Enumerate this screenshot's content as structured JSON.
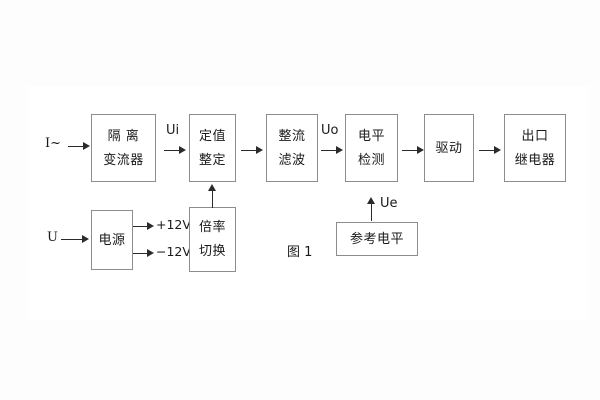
{
  "figure": {
    "caption": "图 1",
    "background_color": "#fdfdfd",
    "panel_color": "#ffffff",
    "line_color": "#2b2b2b",
    "box_border_color": "#8c8c8c",
    "text_color": "#1a1a1a"
  },
  "inputs": {
    "current": "I~",
    "voltage": "U"
  },
  "blocks": {
    "isolation_ct": {
      "line1": "隔 离",
      "line2": "变流器"
    },
    "setting": {
      "line1": "定值",
      "line2": "整定"
    },
    "rectify_filter": {
      "line1": "整流",
      "line2": "滤波"
    },
    "level_detect": {
      "line1": "电平",
      "line2": "检测"
    },
    "drive": {
      "line1": "驱动"
    },
    "output_relay": {
      "line1": "出口",
      "line2": "继电器"
    },
    "power_supply": {
      "line1": "电源"
    },
    "multiplier_switch": {
      "line1": "倍率",
      "line2": "切换"
    },
    "reference_level": {
      "line1": "参考电平"
    }
  },
  "signals": {
    "ui": "Ui",
    "uo": "Uo",
    "ue": "Ue",
    "plus12v": "+12V",
    "minus12v": "−12V"
  }
}
